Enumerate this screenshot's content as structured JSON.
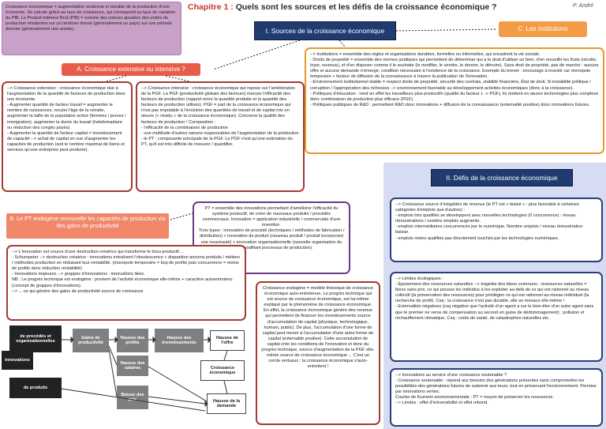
{
  "definitions": {
    "text": "Croissance économique = augmentation soutenue et durable de la production d'une économie. Se calcule grâce au taux de croissance, qui correspond au taux de variation du PIB. Le Produit Intérieur Brut (PIB) = somme des valeurs ajoutées des unités de production résidentes sur un territoire donné (généralement un pays) sur une période donnée (généralement une année)."
  },
  "header": {
    "chapter": "Chapitre 1 :",
    "title": "Quels sont les sources et les défis de la croissance économique ?",
    "author": "P. André"
  },
  "section1": {
    "label": "I. Sources de la croissance économique"
  },
  "sectionC": {
    "label": "C. Les institutions"
  },
  "sectionA": {
    "label": "A. Croissance extensive ou intensive ?"
  },
  "sectionB": {
    "label": "B. Le PT endogène renouvelle les capacités de production via des gains de productivité"
  },
  "section2": {
    "label": "II. Défis de la croissance économique"
  },
  "institutions": {
    "l1": "--> Institutions = ensemble des règles et organisations durables, formelles ou informelles, qui encadrent la vie sociale.",
    "l2": "- Droits de propriété = ensemble des normes juridiques qui permettent de déterminer qui a le droit d'utiliser un bien, d'en recueillir les fruits (récolte, loyer, revenus), et d'en disposer comme il le souhaite (le modifier, le vendre, le donner, le détruire). Sans droit de propriété, pas de marché : aucune offre et aucune demande n'émerge; condition nécessaire à l'existence de la croissance. Exemple du brevet : encourage à investir car monopole temporaire + facteur de diffusion de la connaissance à travers la publication de l'innovation.",
    "l3": "- Environnement institutionnel stable = respect droits de propriété, sécurité des contrats, stabilité financière, État de droit. Si instabilité politique / corruption / l'appropriation des richesses --> environnement favorable au développement activités économiques (donc à la croissance).",
    "l4": "- Politiques d'éducation : rend en effet les travailleurs plus productifs (qualité du facteur L -> PGF), ils mettent en œuvre technologies plus complexe donc combinaison de production plus efficace (PGF).",
    "l5": "- Politiques publiques de R&D : permettent R&D donc innovations + diffusion de la connaissance (externalité positive) donc innovations futures."
  },
  "extensive": {
    "l1": "--> Croissance extensive : croissance économique due à l'augmentation de la quantité de facteurs de production dans une économie.",
    "l2": "- Augmenter quantité de facteur travail = augmenter le nombre de naissances, reculer l'âge de la retraite, augmenter la taille de la population active (femmes / jeunes / immigration), augmenter la durée du travail (hebdomadaire ou réduction des congés payés).",
    "l3": "- Augmenter la quantité de facteur capital = investissement de capacité --> achat de capital en vue d'augmenter les capacités de production (soit le nombre maximal de biens et services qu'une entreprise peut produire)."
  },
  "intensive": {
    "l1": "--> Croissance intensive : croissance économique qui repose sur l'amélioration de la PGF. La PGF (productivité globale des facteurs) mesure l'efficacité des facteurs de production (rapport entre la quantité produite et la quantité des facteurs de production utilisés). PGF = part de la croissance économique qui n'est pas imputable à l'évolution des quantités de travail et de capital mis en œuvre (« résidu » de la croissance économique). Concerne la qualité des facteurs de production ! Composition :",
    "l2": "- l'efficacité de la combinaison de production",
    "l3": "- une multitude d'autres raisons responsables de l'augmentation de la production",
    "l4": "- le PT : composante principale de la PGF. Le PGF n'est qu'une estimation du PT, qu'il est très difficile de mesurer / quantifier."
  },
  "pt": {
    "l1": "PT = ensemble des innovations permettant d'améliorer l'efficacité du système productif, de créer de nouveaux produits / procédés commerciaux. Innovation = application industrielle / commerciale d'une invention.",
    "l2": "Trois types : innovation de procédé (techniques / méthodes de fabrication / distribution) + innovation de produit (nouveau produit / produit incorporant une nouveauté) + innovation organisationnelle (nouvelle organisation du travail modifiant processus de production)."
  },
  "schumpeter": {
    "l1": "--> L'innovation est source d'une destruction créatrice qui transforme le tissu productif ...",
    "l2": "- Schumpeter --> destruction créatrice : innovations entraînent l'obsolescence + disparition anciens produits / métiers / méthodes production en réduisant leur rentabilité. (monopole temporaire = bcp de profits puis concurrence = moins de profits donc réduction rentabilité)",
    "l3": "- Innovations majeures --> grappes d'innovations : innovations liées.",
    "l4": "NB : Le progrès technique est endogène : provient de l'activité économique elle-même + caractère autoentretenu (concept de grappes d'innovations).",
    "l5": "--> ... ce qui génère des gains de productivité source de croissance"
  },
  "endogene": {
    "l1": "Croissance endogène = modèle théorique de croissance économique auto-entretenue. Le progrès technique qui est source de croissance économique, est lui-même expliqué par le phénomène de croissance économique. En effet, la croissance économique génère des revenus qui permettent de financer les investissements source d'accumulation de capital (physique, technologique, humain, public). De plus, l'accumulation d'une forme de capital peut mener à l'accumulation d'une autre forme de capital (externalité positive). Cette accumulation de capital crée les conditions de l'innovation et donc du progrès technique, source d'augmentation de la PGF elle-même source de croissance économique ... C'est un cercle vertueux : la croissance économique s'auto-entretient !"
  },
  "flow": {
    "innovations": "Innovations",
    "procedes": "de procédés et organisationnelles",
    "produits": "de produits",
    "gains": "Gains de productivité",
    "profits": "Hausse des profits",
    "investissements": "Hausse des investissements",
    "offre": "Hausse de l'offre",
    "salaires": "Hausse des salaires",
    "prix": "Baisse des prix",
    "croissance": "Croissance économique",
    "demande": "Hausse de la demande"
  },
  "defi1": {
    "l1": "--> Croissance source d'inégalités de revenus (le PT est « biaisé » : plus favorable à certaines catégories d'emplois que d'autres) :",
    "l2": "- emplois très qualifiés se développent avec nouvelles technologies (0 concurrence) : niveau rémunérations / nombre emplois augmente.",
    "l3": "- emplois intermédiaires concurrencés par le numérique. Nombre emplois / niveau rémunération baisse.",
    "l4": "- emplois moins qualifiés pas directement touchés par les technologies numériques."
  },
  "defi2": {
    "l1": "--> Limites écologiques :",
    "l2": "- Épuisement des ressources naturelles --> tragédie des biens communs : ressources naturelles = biens sans prix, ce qui pousse les individus à les exploiter au-delà de ce qui est rationnel au niveau collectif (la préservation des ressources) pour privilégier ce qui est rationnel au niveau individuel (la recherche de profit). Csq : la croissance n'est pas durable, elle se menace elle-même !",
    "l3": "- Externalités négatives (csq négative que l'activité d'un agent a sur le bien-être d'un autre agent sans que le premier ne verse de compensation au second en guise de dédommagement) : pollution et réchauffement climatique. Csq : coûts de santé, de catastrophes naturelles etc."
  },
  "defi3": {
    "l1": "--> Innovations au service d'une croissance soutenable ?",
    "l2": "- Croissance soutenable : répond aux besoins des générations présentes sans compromettre les possibilités des générations futures de subvenir aux leurs; tout en préservant l'environnement. Permise par innovations vertes.",
    "l3": "Courbe de Kuznets environnementale : PT = moyen de préserver les ressources.",
    "l4": "--> Limites : effet d'irréversibilité et effet rebond."
  }
}
